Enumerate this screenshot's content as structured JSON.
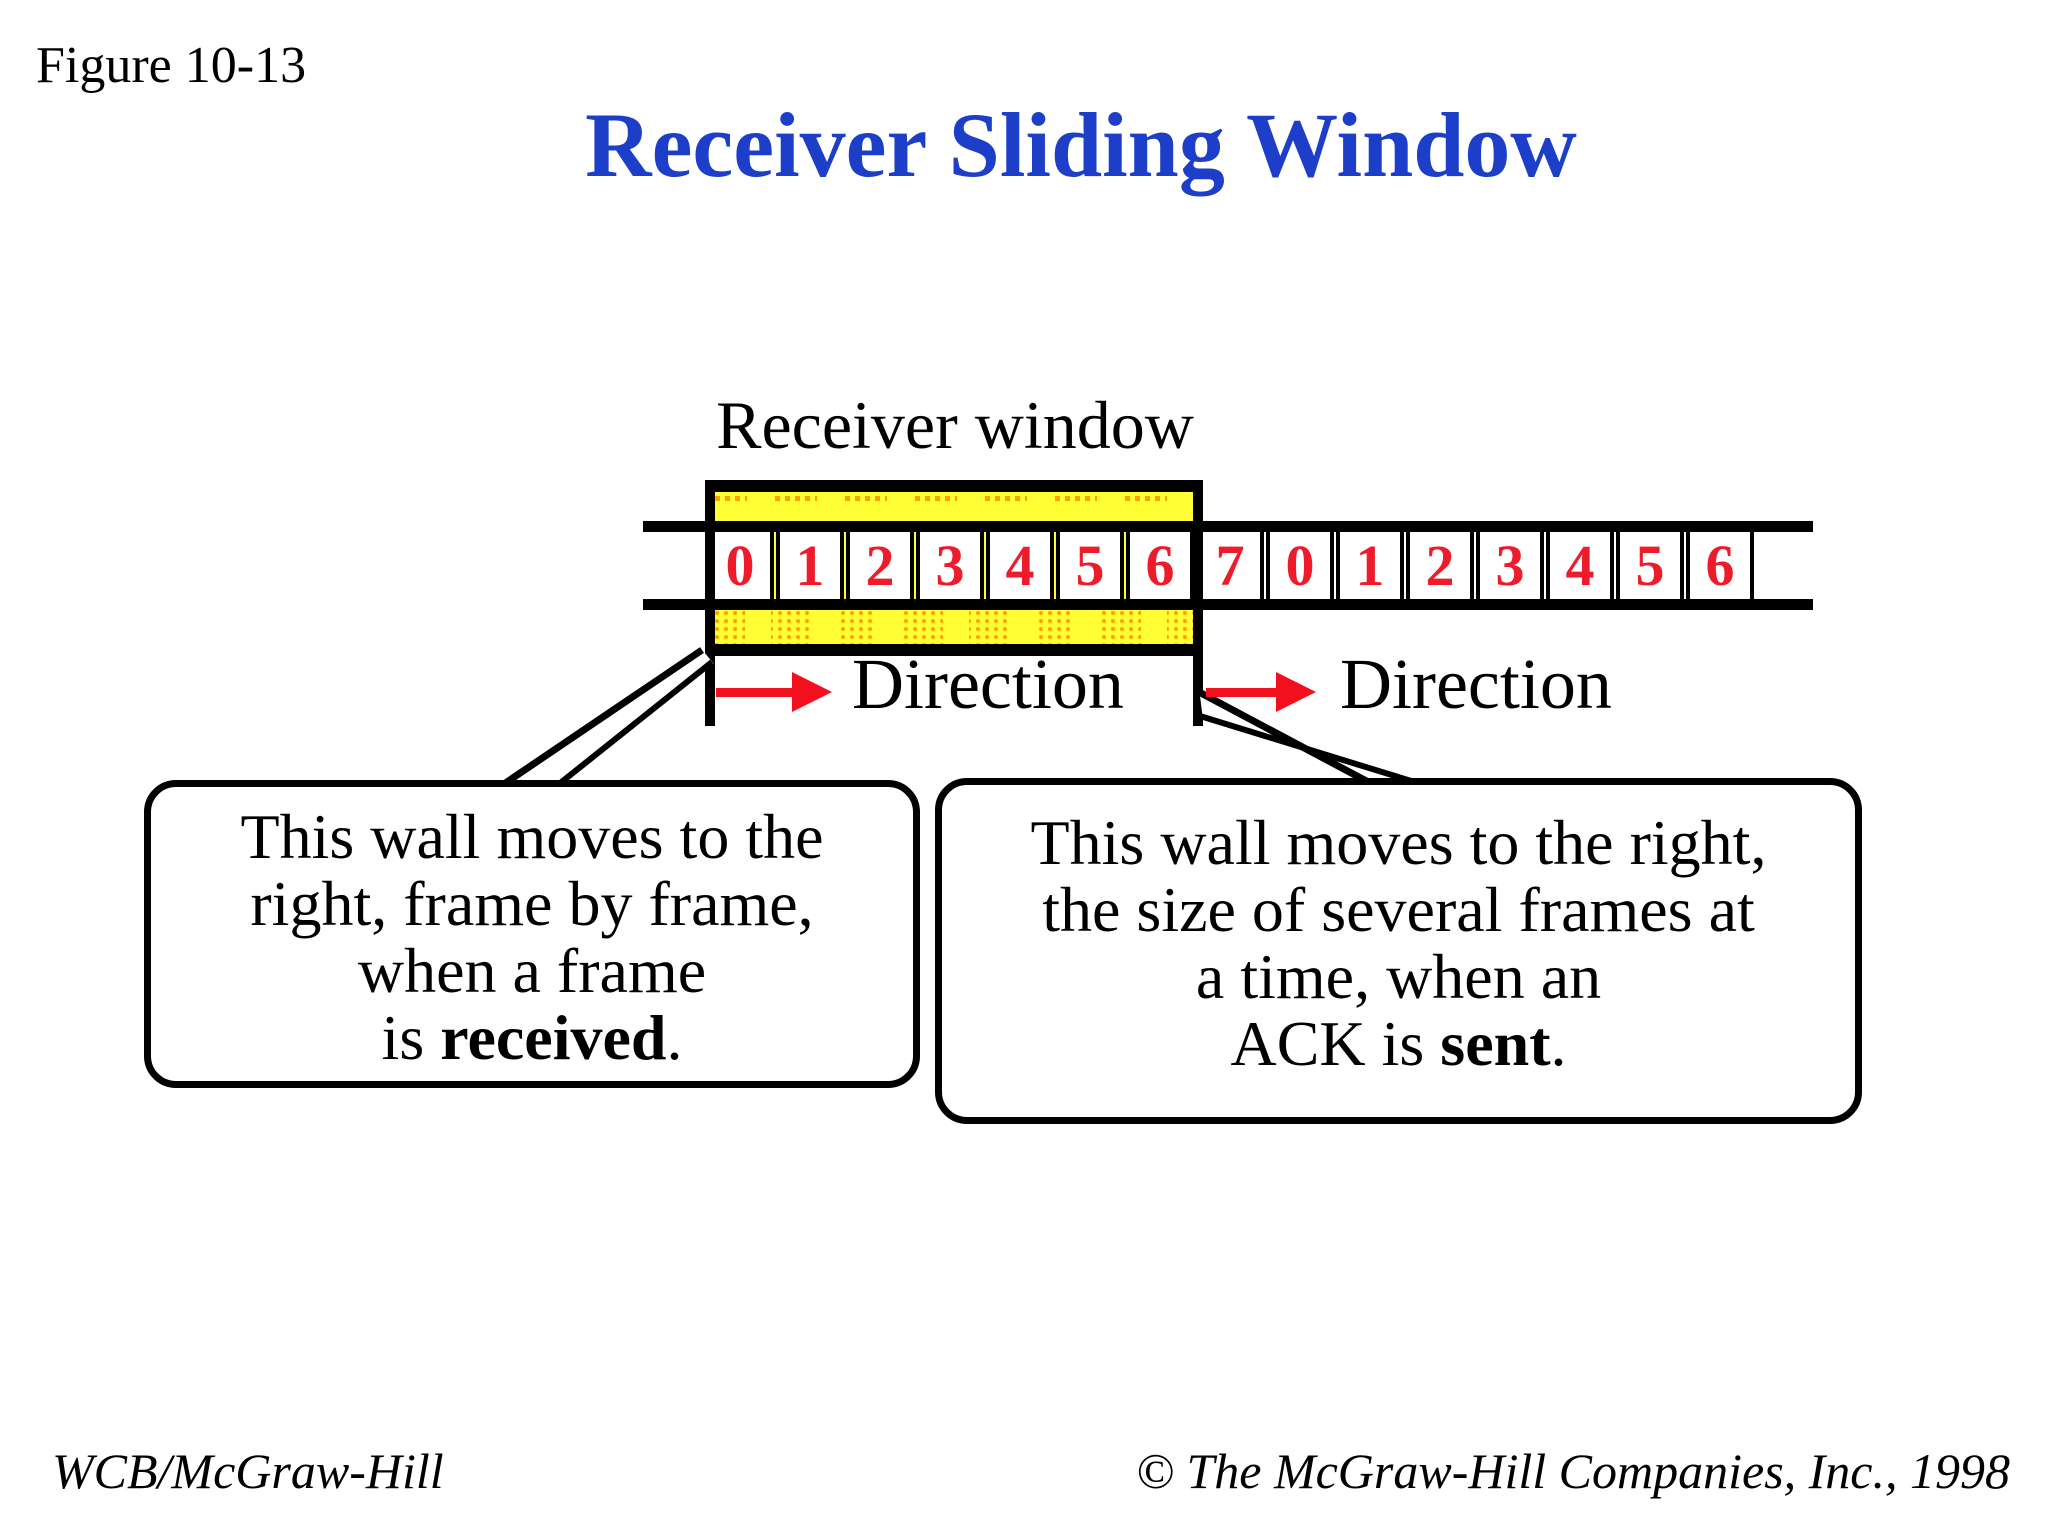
{
  "figure_label": "Figure 10-13",
  "title": {
    "text": "Receiver Sliding Window",
    "color": "#1d3ec8"
  },
  "window": {
    "label": "Receiver window",
    "highlight_color": "#ffff33",
    "dot_color": "#ffa200",
    "frames_in_window": 7
  },
  "track": {
    "cells": [
      "0",
      "1",
      "2",
      "3",
      "4",
      "5",
      "6",
      "7",
      "0",
      "1",
      "2",
      "3",
      "4",
      "5",
      "6"
    ],
    "number_color": "#ee1b2a"
  },
  "direction_left": {
    "label": "Direction",
    "arrow_color": "#f2101f"
  },
  "direction_right": {
    "label": "Direction",
    "arrow_color": "#f2101f"
  },
  "callout_left": {
    "lines": [
      "This wall moves to the",
      "right, frame by frame,",
      "when a frame"
    ],
    "last_line": {
      "prefix": "is ",
      "bold": "received",
      "suffix": "."
    }
  },
  "callout_right": {
    "lines": [
      "This wall moves to the right,",
      "the size of several frames at",
      "a time, when an"
    ],
    "last_line": {
      "prefix": "ACK is ",
      "bold": "sent",
      "suffix": "."
    }
  },
  "footer": {
    "left": "WCB/McGraw-Hill",
    "right": "© The McGraw-Hill Companies, Inc., 1998"
  }
}
